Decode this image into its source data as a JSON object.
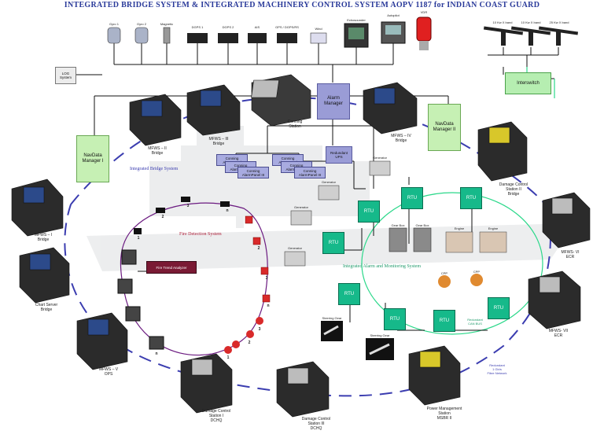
{
  "title": "INTEGRATED BRIDGE SYSTEM & INTEGRATED MACHINERY CONTROL SYSTEM  AOPV 1187 for INDIAN COAST GUARD",
  "colors": {
    "ring_ibs": "#3b3db0",
    "ring_fire": "#6b1a80",
    "ring_iams": "#2bd88a",
    "rtu": "#16b98a",
    "navdata": "#c6f0b4",
    "alarm": "#9a9cd6",
    "interswitch": "#b6eeb1",
    "fire_box": "#7a1a34",
    "fire_detector": "#d92a2a"
  },
  "sensors": [
    {
      "label": "Gyro 1",
      "icon": "gyro-icon"
    },
    {
      "label": "Gyro 2",
      "icon": "gyro-icon"
    },
    {
      "label": "Magnetic",
      "icon": "compass-icon"
    },
    {
      "label": "DGPS 1",
      "icon": "gps-receiver-icon"
    },
    {
      "label": "DGPS 2",
      "icon": "gps-receiver-icon"
    },
    {
      "label": "AIS",
      "icon": "ais-icon"
    },
    {
      "label": "GPS / DGPS/RS",
      "icon": "gps-receiver-icon"
    },
    {
      "label": "Wind",
      "icon": "wind-sensor-icon"
    },
    {
      "label": "Echosounder",
      "icon": "echosounder-icon"
    },
    {
      "label": "Autopilot",
      "icon": "autopilot-icon"
    },
    {
      "label": "VDR",
      "icon": "vdr-icon"
    }
  ],
  "radars": [
    {
      "label": "10 Kw X band"
    },
    {
      "label": "10 Kw X band"
    },
    {
      "label": "25 Kw X band"
    }
  ],
  "boxes": {
    "log": "LOG\nSystem",
    "alarm_manager": "Alarm\nManager",
    "navdata_1": "NavData\nManager I",
    "navdata_2": "NavData\nManager II",
    "interswitch": "Interswitch",
    "redundant_ups": "Redundant\nUPS",
    "fire_trend": "Fire Trend Analyzer"
  },
  "conning_panels": [
    "Conning\nAlarmPanel",
    "Conning\nAlarmPanel II",
    "Conning\nAlarmPanel III",
    "Conning\nAlarmPanel",
    "Conning\nAlarmPanel II",
    "Conning\nAlarmPanel III"
  ],
  "stations": [
    {
      "id": "conning",
      "label": "Conning\nStation"
    },
    {
      "id": "mfws2",
      "label": "MFWS – II\nBridge"
    },
    {
      "id": "mfws3",
      "label": "MFWS – III\nBridge"
    },
    {
      "id": "mfws4",
      "label": "MFWS – IV\nBridge"
    },
    {
      "id": "dc2",
      "label": "Damage Control\nStation II\nBridge"
    },
    {
      "id": "mfws1",
      "label": "MFWS – I\nBridge"
    },
    {
      "id": "chart",
      "label": "Chart Server\nBridge"
    },
    {
      "id": "mfws5",
      "label": "MFWS – V\nOPS"
    },
    {
      "id": "dc1",
      "label": "Damage Control\nStation I\nDCHQ"
    },
    {
      "id": "dc3",
      "label": "Damage Control\nStation III\nDCHQ"
    },
    {
      "id": "power",
      "label": "Power Management\nStation\nMSBR II"
    },
    {
      "id": "mfws6",
      "label": "MFWS- VI\nECR"
    },
    {
      "id": "mfws7",
      "label": "MFWS- VII\nECR"
    }
  ],
  "systems": {
    "ibs": "Integrated Bridge System",
    "fire": "Fire Detection System",
    "iams": "Integrated Alarm and Monitoring System"
  },
  "rtu_label": "RTU",
  "machinery": [
    {
      "label": "Generator"
    },
    {
      "label": "Generator"
    },
    {
      "label": "Generator"
    },
    {
      "label": "Generator"
    },
    {
      "label": "Gear Box"
    },
    {
      "label": "Gear Box"
    },
    {
      "label": "Engine"
    },
    {
      "label": "Engine"
    },
    {
      "label": "CPP"
    },
    {
      "label": "CPP"
    },
    {
      "label": "Steering Gear"
    },
    {
      "label": "Steering Gear"
    }
  ],
  "fire_labels": [
    "1",
    "2",
    "3",
    "n",
    "2",
    "3",
    "n",
    "1",
    "2",
    "3",
    "n"
  ],
  "network_notes": {
    "can": "Redundant\nCAN BUS",
    "fibre": "Redundant\n1 Gb/s\nFibre Network"
  }
}
